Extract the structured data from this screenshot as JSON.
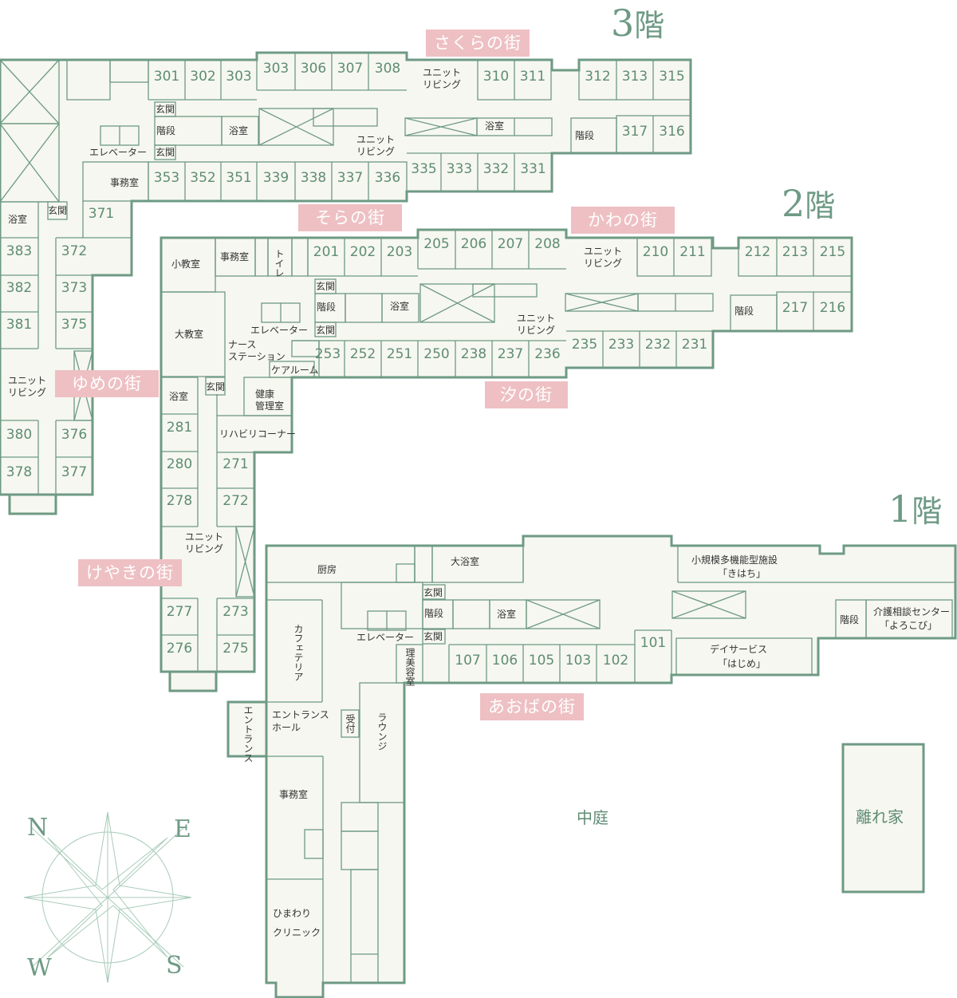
{
  "floors": {
    "f3": {
      "num": "3",
      "kanji": "階"
    },
    "f2": {
      "num": "2",
      "kanji": "階"
    },
    "f1": {
      "num": "1",
      "kanji": "階"
    }
  },
  "zones": {
    "sakura": "さくらの街",
    "sora": "そらの街",
    "kawa": "かわの街",
    "yume": "ゆめの街",
    "shio": "汐の街",
    "keyaki": "けやきの街",
    "aoba": "あおばの街"
  },
  "rooms3": [
    "301",
    "302",
    "303",
    "303",
    "306",
    "307",
    "308",
    "310",
    "311",
    "312",
    "313",
    "315",
    "317",
    "316",
    "353",
    "352",
    "351",
    "339",
    "338",
    "337",
    "336",
    "335",
    "333",
    "332",
    "331",
    "371",
    "383",
    "372",
    "382",
    "373",
    "381",
    "375",
    "380",
    "376",
    "378",
    "377"
  ],
  "rooms2": [
    "201",
    "202",
    "203",
    "205",
    "206",
    "207",
    "208",
    "210",
    "211",
    "212",
    "213",
    "215",
    "217",
    "216",
    "253",
    "252",
    "251",
    "250",
    "238",
    "237",
    "236",
    "235",
    "233",
    "232",
    "231",
    "281",
    "280",
    "271",
    "278",
    "272",
    "277",
    "273",
    "276",
    "275"
  ],
  "rooms1": [
    "107",
    "106",
    "105",
    "103",
    "102",
    "101"
  ],
  "labels": {
    "genkan": "玄関",
    "kaidan": "階段",
    "yokushitsu": "浴室",
    "elevator": "エレベーター",
    "jimushitsu": "事務室",
    "unit1": "ユニット",
    "unit2": "リビング",
    "kyoushitsu_s": "小教室",
    "kyoushitsu_l": "大教室",
    "toilet": "トイレ",
    "nurse1": "ナース",
    "nurse2": "ステーション",
    "care": "ケアルーム",
    "kenkou1": "健康",
    "kenkou2": "管理室",
    "rehab": "リハビリコーナー",
    "chubo": "厨房",
    "daiyoku": "大浴室",
    "shoukibo1": "小規模多機能型施設",
    "shoukibo2": "「きはち」",
    "kaigo1": "介護相談センター",
    "kaigo2": "「よろこび」",
    "day1": "デイサービス",
    "day2": "「はじめ」",
    "cafe": "カフェテリア",
    "riyou": "理美容室",
    "entrance_hall1": "エントランス",
    "entrance_hall2": "ホール",
    "entrance": "エントランス",
    "uketsuke": "受付",
    "lounge": "ラウンジ",
    "himawari1": "ひまわり",
    "himawari2": "クリニック",
    "courtyard": "中庭",
    "annex": "離れ家"
  },
  "compass": {
    "n": "N",
    "e": "E",
    "w": "W",
    "s": "S"
  },
  "colors": {
    "wall": "#6e9a84",
    "floor": "#f6f7f0",
    "zone": "#eec0c3",
    "room_text": "#5f8c74"
  }
}
